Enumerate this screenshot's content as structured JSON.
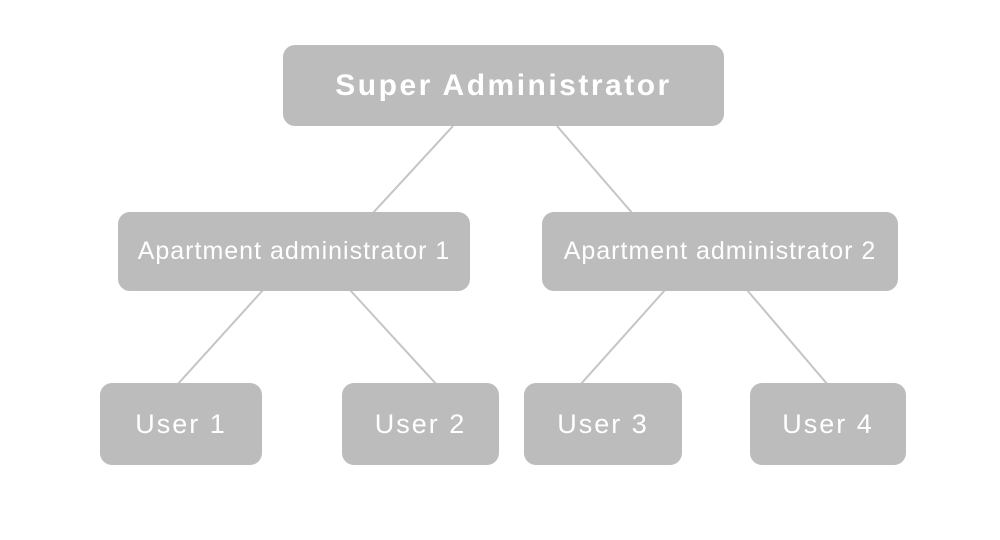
{
  "diagram": {
    "type": "hierarchy",
    "colors": {
      "box_fill": "#bcbcbc",
      "box_text": "#ffffff",
      "connector_line": "#c5c5c5",
      "background": "#ffffff"
    },
    "nodes": {
      "root": {
        "label": "Super Administrator"
      },
      "admin1": {
        "label": "Apartment administrator 1"
      },
      "admin2": {
        "label": "Apartment administrator 2"
      },
      "user1": {
        "label": "User 1"
      },
      "user2": {
        "label": "User 2"
      },
      "user3": {
        "label": "User 3"
      },
      "user4": {
        "label": "User 4"
      }
    },
    "edges": [
      {
        "from": "root",
        "to": "admin1"
      },
      {
        "from": "root",
        "to": "admin2"
      },
      {
        "from": "admin1",
        "to": "user1"
      },
      {
        "from": "admin1",
        "to": "user2"
      },
      {
        "from": "admin2",
        "to": "user3"
      },
      {
        "from": "admin2",
        "to": "user4"
      }
    ]
  }
}
